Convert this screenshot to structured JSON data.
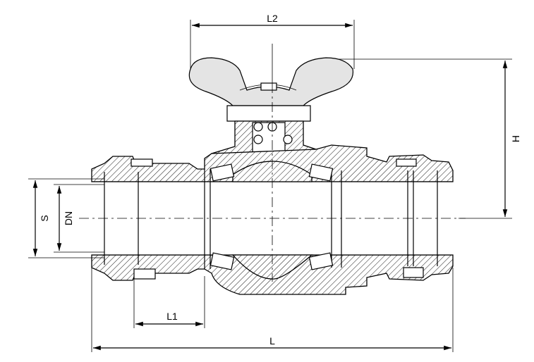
{
  "labels": {
    "l2": "L2",
    "h": "H",
    "s": "S",
    "dn": "DN",
    "l1": "L1",
    "l": "L"
  },
  "colors": {
    "line": "#000000",
    "handle_fill": "#e4e4e4",
    "background": "#ffffff"
  }
}
